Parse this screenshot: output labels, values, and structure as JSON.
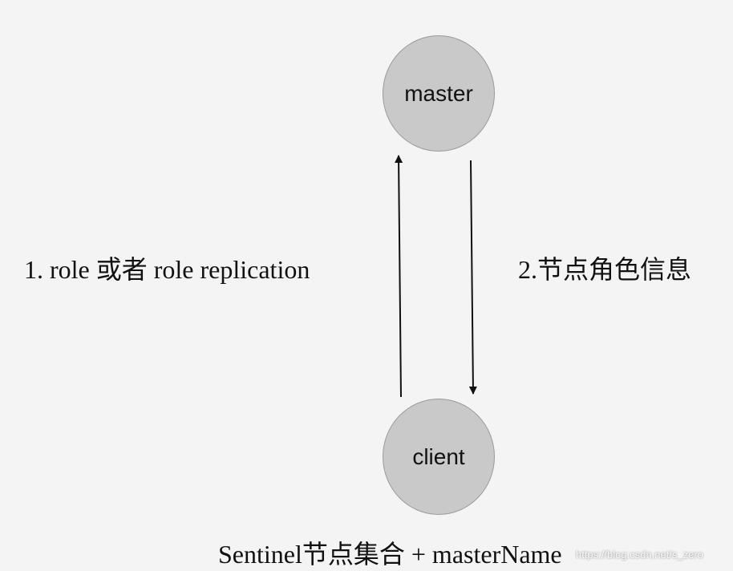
{
  "nodes": {
    "master": "master",
    "client": "client"
  },
  "edges": {
    "request_label": "1. role 或者 role replication",
    "response_label": "2.节点角色信息"
  },
  "footer_label": "Sentinel节点集合 + masterName",
  "watermark": "https://blog.csdn.net/s_zero",
  "colors": {
    "background": "#f4f4f4",
    "node_fill": "#c9c9c9",
    "node_border": "#9a9a9a",
    "arrow": "#111111"
  }
}
